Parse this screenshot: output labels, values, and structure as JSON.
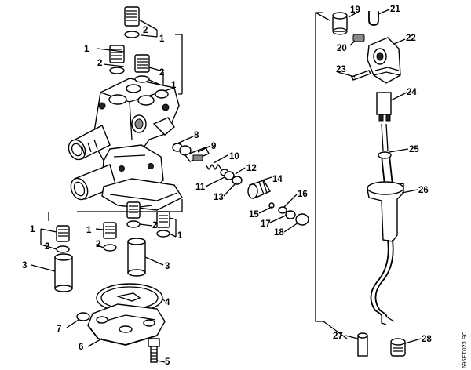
{
  "drawing_code": "696ET023 SC",
  "labels": {
    "n1": "1",
    "n2": "2",
    "n3": "3",
    "n4": "4",
    "n5": "5",
    "n6": "6",
    "n7": "7",
    "n8": "8",
    "n9": "9",
    "n10": "10",
    "n11": "11",
    "n12": "12",
    "n13": "13",
    "n14": "14",
    "n15": "15",
    "n16": "16",
    "n17": "17",
    "n18": "18",
    "n19": "19",
    "n20": "20",
    "n21": "21",
    "n22": "22",
    "n23": "23",
    "n24": "24",
    "n25": "25",
    "n26": "26",
    "n27": "27",
    "n28": "28"
  }
}
